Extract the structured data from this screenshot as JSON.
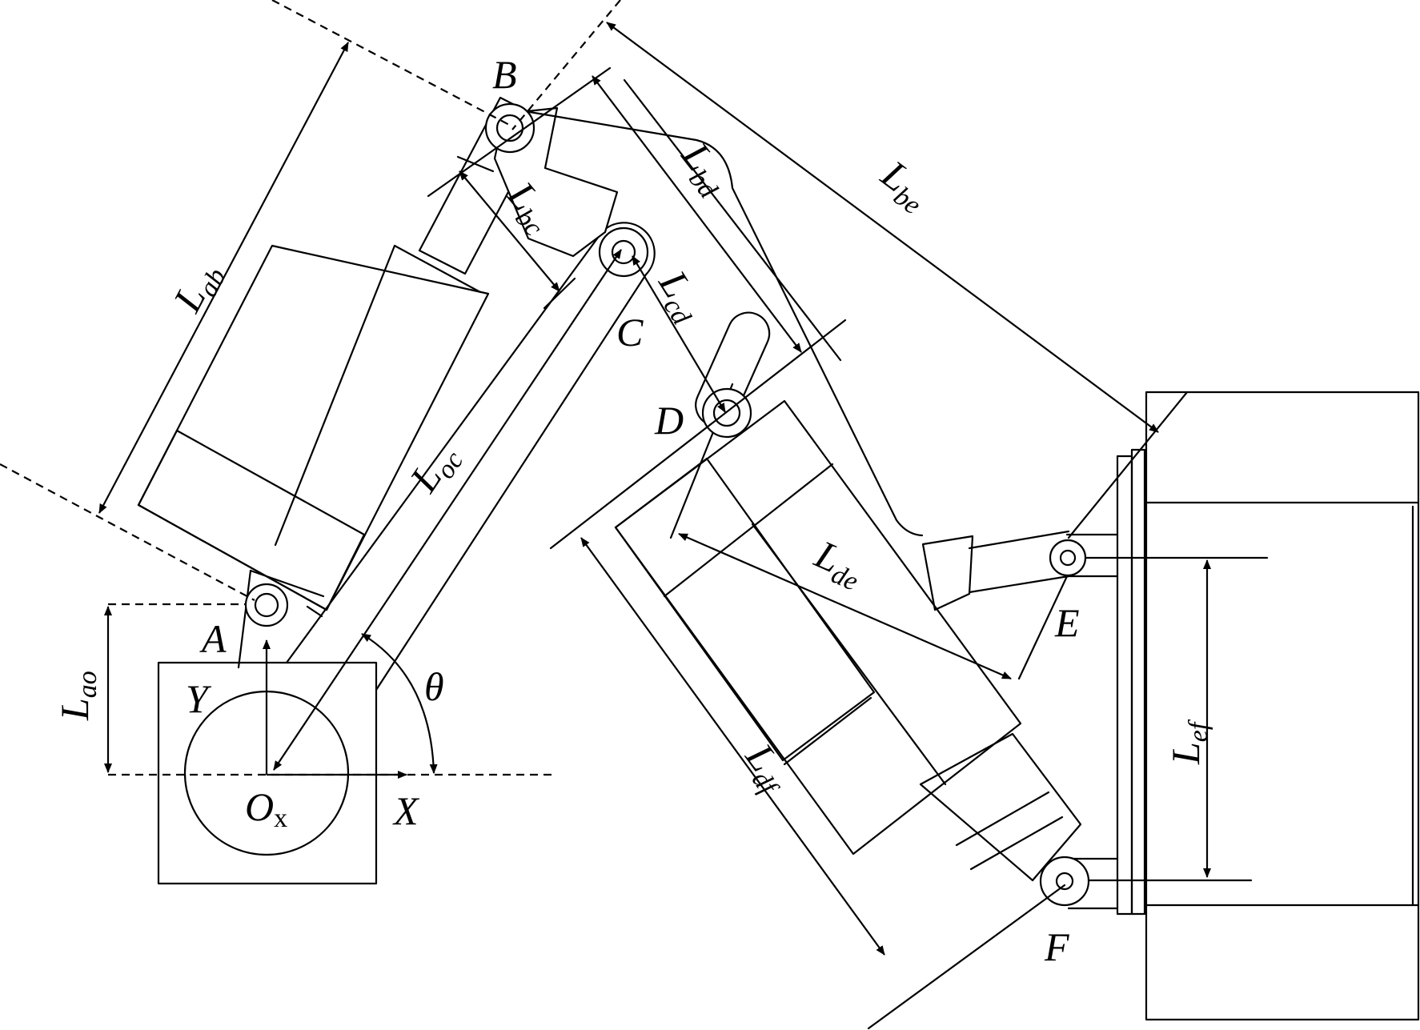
{
  "points": {
    "a": "A",
    "b": "B",
    "c": "C",
    "d": "D",
    "e": "E",
    "f": "F"
  },
  "axes": {
    "x": "X",
    "y": "Y",
    "origin": "O",
    "origin_sub": "x",
    "angle": "θ"
  },
  "dimensions": {
    "l_ab": {
      "main": "L",
      "sub": "ab"
    },
    "l_ao": {
      "main": "L",
      "sub": "ao"
    },
    "l_bc": {
      "main": "L",
      "sub": "bc"
    },
    "l_bd": {
      "main": "L",
      "sub": "bd"
    },
    "l_be": {
      "main": "L",
      "sub": "be"
    },
    "l_cd": {
      "main": "L",
      "sub": "cd"
    },
    "l_oc": {
      "main": "L",
      "sub": "oc"
    },
    "l_de": {
      "main": "L",
      "sub": "de"
    },
    "l_df": {
      "main": "L",
      "sub": "df"
    },
    "l_ef": {
      "main": "L",
      "sub": "ef"
    }
  }
}
